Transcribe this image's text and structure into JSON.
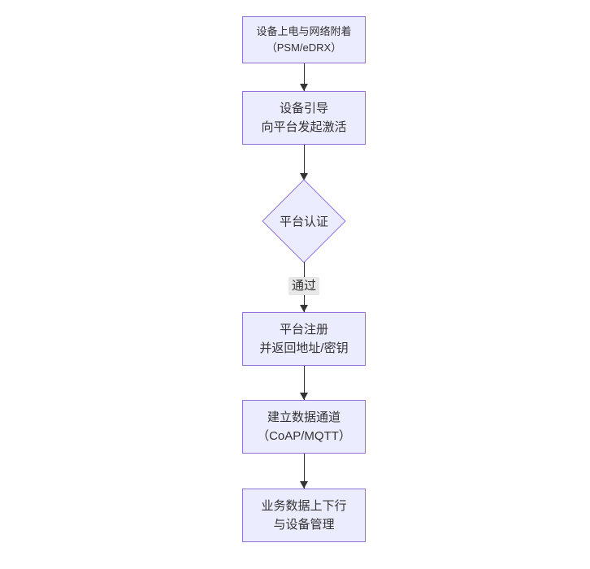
{
  "diagram": {
    "type": "flowchart",
    "direction": "top-down",
    "nodes": [
      {
        "id": "A",
        "shape": "rect",
        "lines": [
          "设备上电与网络附着",
          "（PSM/eDRX）"
        ]
      },
      {
        "id": "B",
        "shape": "rect",
        "lines": [
          "设备引导",
          "向平台发起激活"
        ]
      },
      {
        "id": "C",
        "shape": "diamond",
        "lines": [
          "平台认证"
        ]
      },
      {
        "id": "D",
        "shape": "rect",
        "lines": [
          "平台注册",
          "并返回地址/密钥"
        ]
      },
      {
        "id": "E",
        "shape": "rect",
        "lines": [
          "建立数据通道",
          "（CoAP/MQTT）"
        ]
      },
      {
        "id": "F",
        "shape": "rect",
        "lines": [
          "业务数据上下行",
          "与设备管理"
        ]
      }
    ],
    "edges": [
      {
        "from": "A",
        "to": "B",
        "label": ""
      },
      {
        "from": "B",
        "to": "C",
        "label": ""
      },
      {
        "from": "C",
        "to": "D",
        "label": "通过"
      },
      {
        "from": "D",
        "to": "E",
        "label": ""
      },
      {
        "from": "E",
        "to": "F",
        "label": ""
      }
    ],
    "colors": {
      "node_fill": "#ECECFF",
      "node_border": "#9370DB",
      "edge_line": "#333333",
      "edge_label_bg": "#e8e8e8",
      "text": "#333333",
      "background": "#ffffff"
    }
  }
}
